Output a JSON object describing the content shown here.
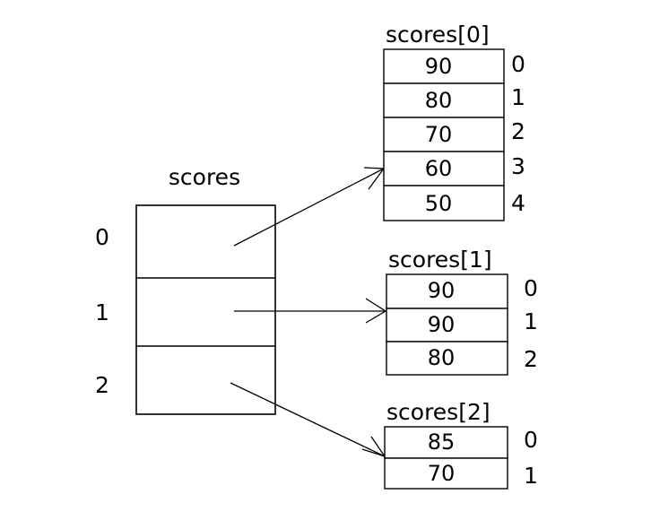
{
  "diagram": {
    "title_text": "scores",
    "outer_array": {
      "name": "scores",
      "label": "scores",
      "index_labels": [
        "0",
        "1",
        "2"
      ],
      "cell_count": 3,
      "cells": [
        "",
        "",
        ""
      ]
    },
    "sub_arrays": [
      {
        "name": "scores[0]",
        "label": "scores[0]",
        "values": [
          "90",
          "80",
          "70",
          "60",
          "50"
        ],
        "index_labels": [
          "0",
          "1",
          "2",
          "3",
          "4"
        ]
      },
      {
        "name": "scores[1]",
        "label": "scores[1]",
        "values": [
          "90",
          "90",
          "80"
        ],
        "index_labels": [
          "0",
          "1",
          "2"
        ]
      },
      {
        "name": "scores[2]",
        "label": "scores[2]",
        "values": [
          "85",
          "70"
        ],
        "index_labels": [
          "0",
          "1"
        ]
      }
    ],
    "pointers": [
      {
        "name": "pointer-0",
        "from_cell": "0",
        "to_array": "scores[0]"
      },
      {
        "name": "pointer-1",
        "from_cell": "1",
        "to_array": "scores[1]"
      },
      {
        "name": "pointer-2",
        "from_cell": "2",
        "to_array": "scores[2]"
      }
    ],
    "colors": {
      "background": "#ffffff",
      "stroke": "#000000",
      "text": "#000000"
    }
  }
}
